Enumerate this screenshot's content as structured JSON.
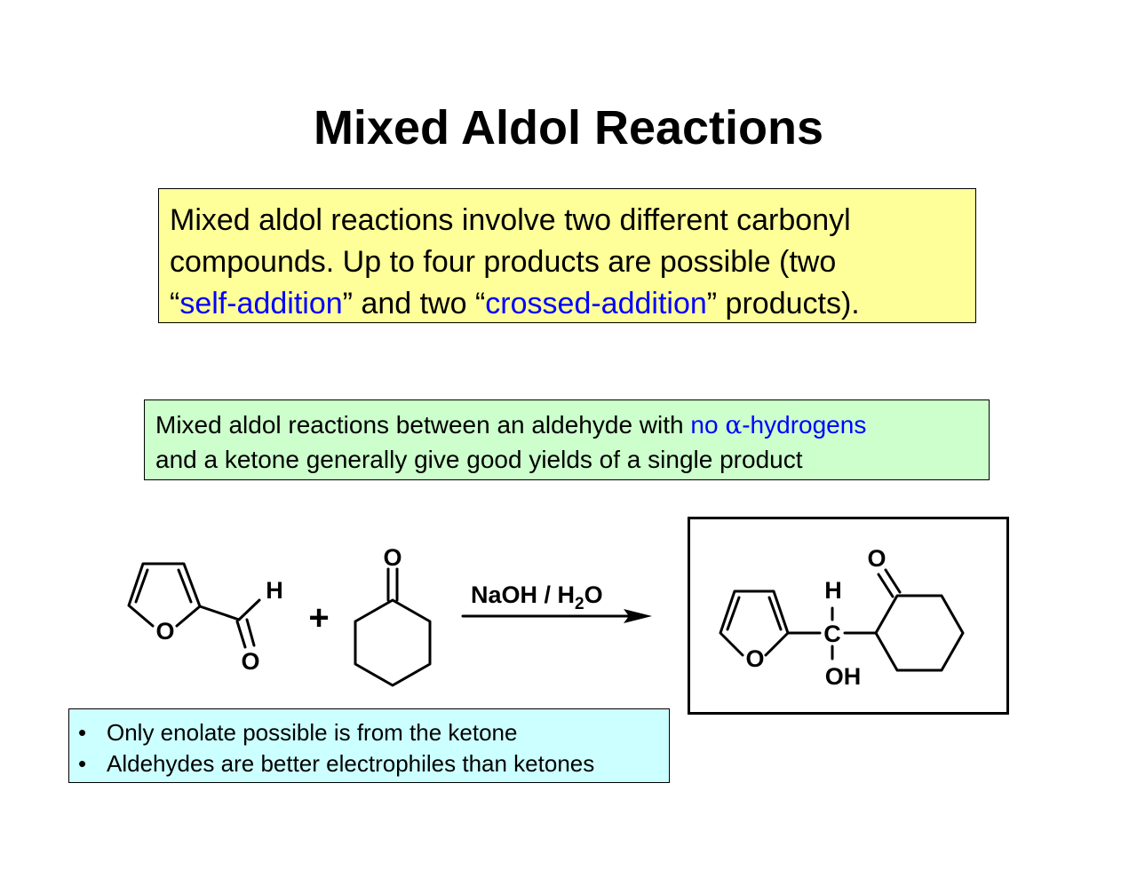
{
  "title": "Mixed Aldol Reactions",
  "intro": {
    "line1": "Mixed aldol reactions involve two different carbonyl",
    "line2": "compounds.  Up to four products are possible (two",
    "q1_open": "“",
    "term1": "self-addition",
    "mid": "” and two “",
    "term2": "crossed-addition",
    "q2_close": "” products)."
  },
  "note": {
    "line1_prefix": "Mixed aldol reactions between an aldehyde with ",
    "line1_highlight_a": "no ",
    "alpha": "α",
    "line1_highlight_b": "-hydrogens",
    "line2": "and a ketone generally give good yields of a single product"
  },
  "scheme": {
    "furfural": {
      "ring_o": "O",
      "h": "H",
      "carbonyl_o": "O"
    },
    "plus": "+",
    "cyclohexanone": {
      "o": "O"
    },
    "reagent_prefix": "NaOH / H",
    "reagent_sub": "2",
    "reagent_suffix": "O",
    "product": {
      "ring_o": "O",
      "h": "H",
      "c": "C",
      "oh": "OH",
      "ketone_o": "O"
    }
  },
  "bullets": [
    {
      "mark": "•",
      "text": "Only enolate possible is from the ketone"
    },
    {
      "mark": "•",
      "text": "Aldehydes are better electrophiles than ketones"
    }
  ],
  "colors": {
    "yellow_box": "#ffff99",
    "green_box": "#ccffcc",
    "cyan_box": "#ccffff",
    "highlight": "#0000ff"
  }
}
